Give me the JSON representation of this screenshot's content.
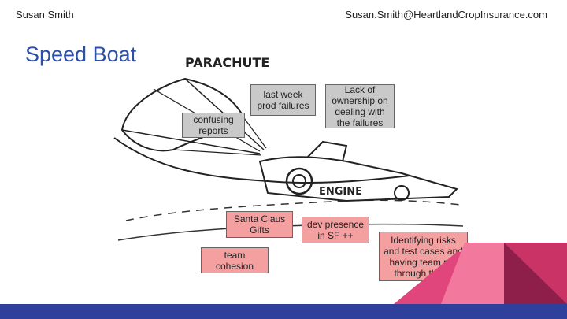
{
  "header": {
    "left_name": "Susan Smith",
    "right_email": "Susan.Smith@HeartlandCropInsurance.com"
  },
  "slide": {
    "title": "Speed Boat",
    "sketch_labels": {
      "parachute": "PARACHUTE",
      "engine": "ENGINE"
    },
    "notes": [
      {
        "id": "last-week",
        "text": "last week prod failures",
        "color": "grey"
      },
      {
        "id": "lack-ownership",
        "text": "Lack of ownership on dealing with the failures",
        "color": "grey"
      },
      {
        "id": "confusing-reports",
        "text": "confusing reports",
        "color": "grey"
      },
      {
        "id": "santa-claus",
        "text": "Santa Claus Gifts",
        "color": "pink"
      },
      {
        "id": "dev-presence",
        "text": "dev presence in SF ++",
        "color": "pink"
      },
      {
        "id": "team-cohesion",
        "text": "team cohesion",
        "color": "pink"
      },
      {
        "id": "identifying-risks",
        "text": "Identifying risks and test cases and having team run through them.",
        "color": "pink"
      }
    ]
  },
  "theme": {
    "title_color": "#2c4fa8",
    "bar_color": "#2f3f9c",
    "accent_pink": "#e0457b",
    "accent_dark": "#8e1f4a"
  }
}
